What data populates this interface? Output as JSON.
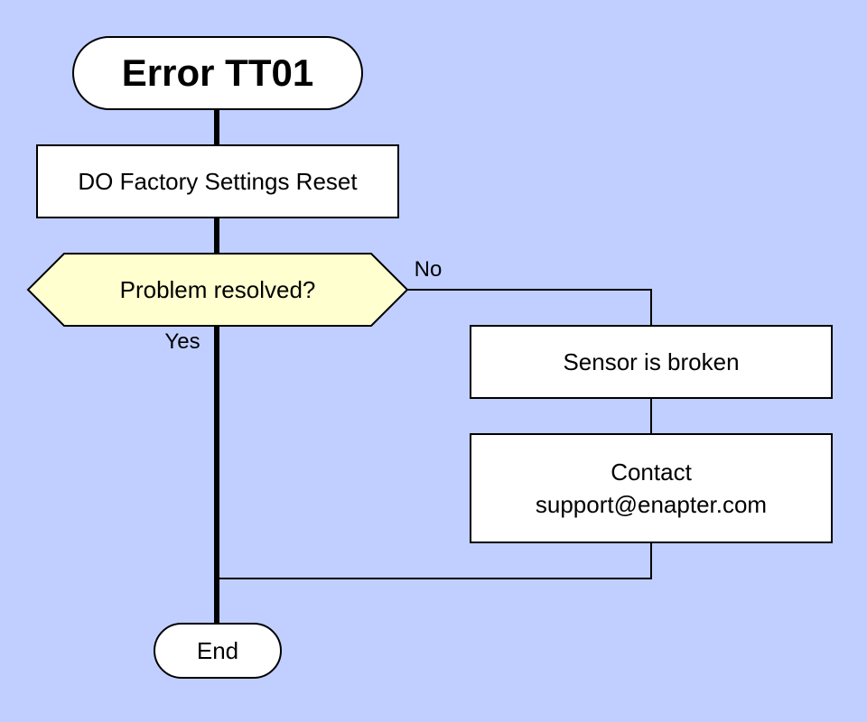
{
  "title": "Error TT01",
  "nodes": {
    "reset": "DO Factory Settings Reset",
    "decision": "Problem resolved?",
    "broken": "Sensor is broken",
    "contact_line1": "Contact",
    "contact_line2": "support@enapter.com",
    "end": "End"
  },
  "edges": {
    "no": "No",
    "yes": "Yes"
  },
  "colors": {
    "background": "#c0cfff",
    "box_fill": "#ffffff",
    "decision_fill": "#ffffd0",
    "stroke": "#000000"
  }
}
